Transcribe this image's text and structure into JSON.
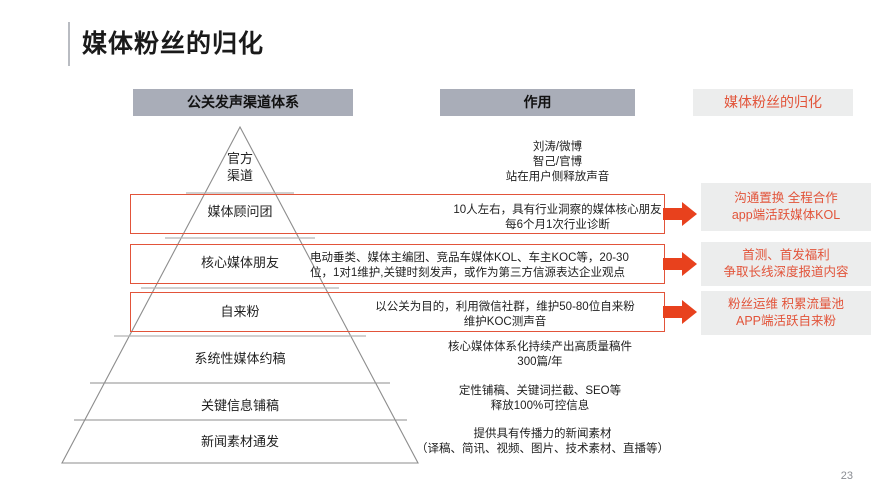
{
  "slide": {
    "title": "媒体粉丝的归化",
    "page_number": "23",
    "accent_color": "#e2543a",
    "header_bar_color": "#a9adb8",
    "result_box_bg": "#eceded"
  },
  "headers": {
    "channel_system": "公关发声渠道体系",
    "function": "作用",
    "outcome": "媒体粉丝的归化"
  },
  "pyramid": {
    "levels": [
      {
        "label_line1": "官方",
        "label_line2": "渠道",
        "highlighted": false
      },
      {
        "label_line1": "媒体顾问团",
        "label_line2": "",
        "highlighted": true
      },
      {
        "label_line1": "核心媒体朋友",
        "label_line2": "",
        "highlighted": true
      },
      {
        "label_line1": "自来粉",
        "label_line2": "",
        "highlighted": true
      },
      {
        "label_line1": "系统性媒体约稿",
        "label_line2": "",
        "highlighted": false
      },
      {
        "label_line1": "关键信息铺稿",
        "label_line2": "",
        "highlighted": false
      },
      {
        "label_line1": "新闻素材通发",
        "label_line2": "",
        "highlighted": false
      }
    ]
  },
  "descriptions": [
    {
      "line1": "刘涛/微博",
      "line2": "智己/官博",
      "line3": "站在用户侧释放声音"
    },
    {
      "line1": "10人左右，具有行业洞察的媒体核心朋友",
      "line2": "每6个月1次行业诊断",
      "line3": ""
    },
    {
      "line1": "电动垂类、媒体主编团、竞品车媒体KOL、车主KOC等，20-30",
      "line2": "位，1对1维护,关键时刻发声，或作为第三方信源表达企业观点",
      "line3": ""
    },
    {
      "line1": "以公关为目的，利用微信社群，维护50-80位自来粉",
      "line2": "维护KOC测声音",
      "line3": ""
    },
    {
      "line1": "核心媒体体系化持续产出高质量稿件",
      "line2": "300篇/年",
      "line3": ""
    },
    {
      "line1": "定性铺稿、关键词拦截、SEO等",
      "line2": "释放100%可控信息",
      "line3": ""
    },
    {
      "line1": "提供具有传播力的新闻素材",
      "line2": "（译稿、简讯、视频、图片、技术素材、直播等）",
      "line3": ""
    }
  ],
  "outcomes": [
    {
      "line1": "沟通置换 全程合作",
      "line2": "app端活跃媒体KOL"
    },
    {
      "line1": "首测、首发福利",
      "line2": "争取长线深度报道内容"
    },
    {
      "line1": "粉丝运维 积累流量池",
      "line2": "APP端活跃自来粉"
    }
  ]
}
